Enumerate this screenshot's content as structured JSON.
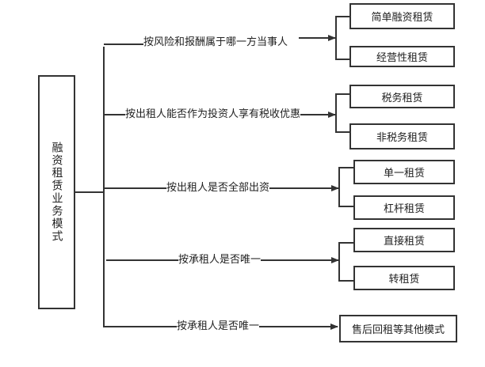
{
  "root": {
    "label": "融资租赁业务模式"
  },
  "branches": [
    {
      "criterion": "按风险和报酬属于哪一方当事人",
      "types": [
        "简单融资租赁",
        "经营性租赁"
      ]
    },
    {
      "criterion": "按出租人能否作为投资人享有税收优惠",
      "types": [
        "税务租赁",
        "非税务租赁"
      ]
    },
    {
      "criterion": "按出租人是否全部出资",
      "types": [
        "单一租赁",
        "杠杆租赁"
      ]
    },
    {
      "criterion": "按承租人是否唯一",
      "types": [
        "直接租赁",
        "转租赁"
      ]
    },
    {
      "criterion": "按承租人是否唯一",
      "types": [
        "售后回租等其他模式"
      ]
    }
  ]
}
